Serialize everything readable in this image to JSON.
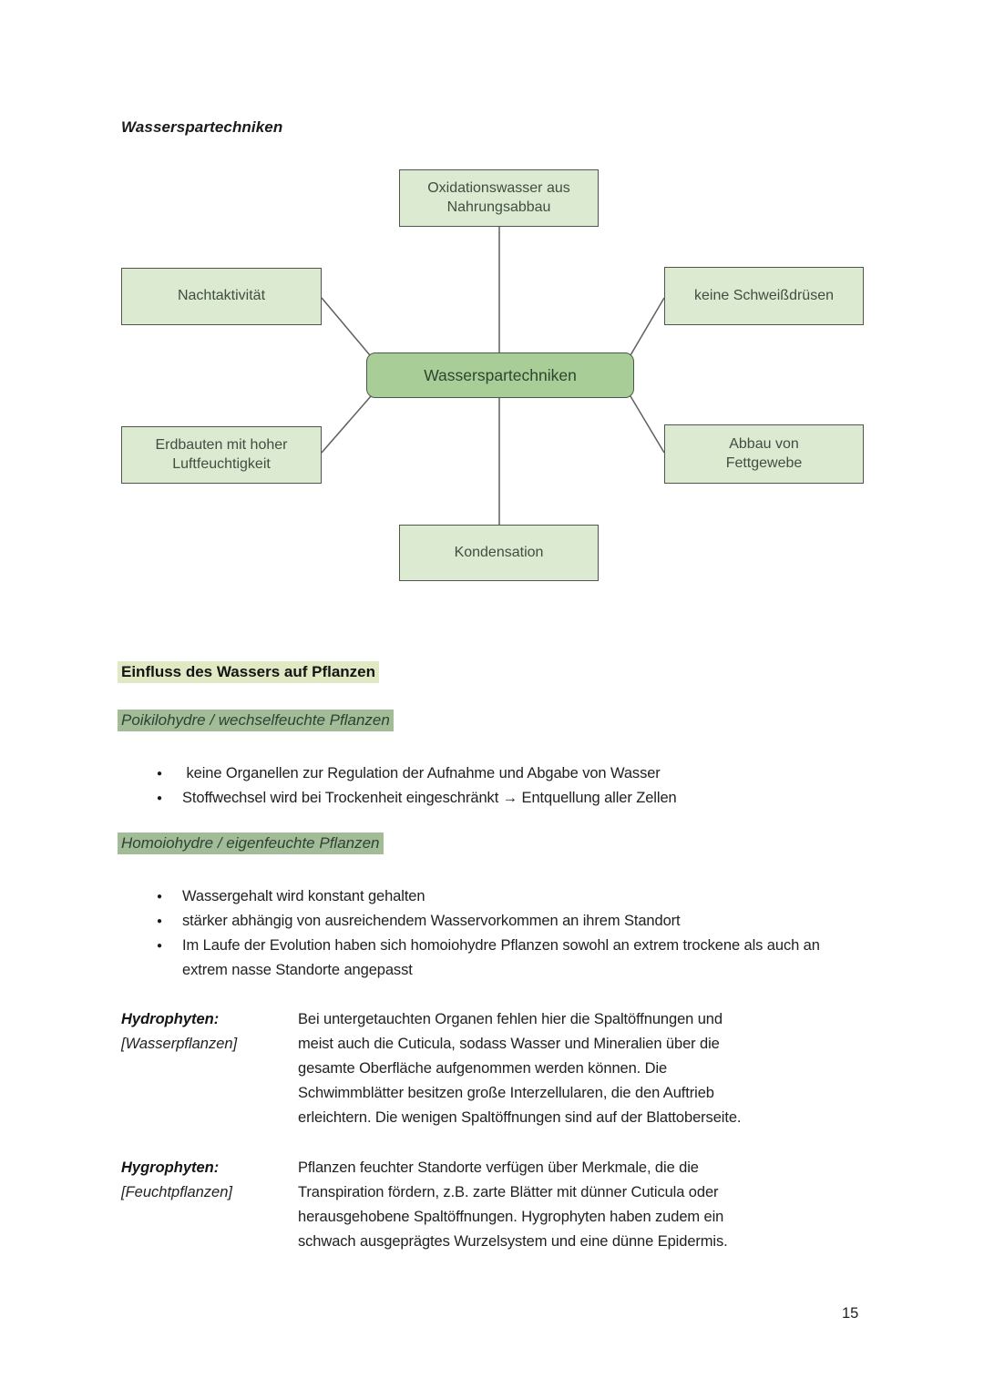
{
  "document": {
    "title": "Wasserspartechniken",
    "page_number": "15"
  },
  "diagram": {
    "center_label": "Wasserspartechniken",
    "top": "Oxidationswasser aus Nahrungsabbau",
    "left_top": "Nachtaktivität",
    "right_top": "keine Schweißdrüsen",
    "left_bottom": "Erdbauten mit hoher Luftfeuchtigkeit",
    "right_bottom": "Abbau von Fettgewebe",
    "bottom": "Kondensation",
    "colors": {
      "node_fill": "#dcead2",
      "node_border": "#4f564c",
      "center_fill": "#a9cd97",
      "center_border": "#49584a",
      "connector": "#5f5f5f"
    }
  },
  "sections": {
    "influence_heading": "Einfluss des Wassers auf Pflanzen",
    "highlight_colors": {
      "heading_highlight": "#e0e9c3",
      "subheading_highlight": "#a3bc98"
    },
    "poikilohydre": {
      "heading": "Poikilohydre / wechselfeuchte Pflanzen",
      "bullets": [
        " keine Organellen zur Regulation der Aufnahme und Abgabe von Wasser",
        "Stoffwechsel wird bei Trockenheit eingeschränkt → Entquellung aller Zellen"
      ]
    },
    "homoiohydre": {
      "heading": "Homoiohydre / eigenfeuchte Pflanzen",
      "bullets": [
        "Wassergehalt wird konstant gehalten",
        "stärker abhängig von ausreichendem Wasservorkommen an ihrem Standort",
        "Im Laufe der Evolution haben sich homoiohydre Pflanzen sowohl an extrem trockene als auch an extrem nasse Standorte angepasst"
      ]
    },
    "hydrophyten": {
      "term": "Hydrophyten:",
      "term_sub": "[Wasserpflanzen]",
      "lines": [
        "Bei untergetauchten Organen fehlen hier die Spaltöffnungen und",
        "meist auch die Cuticula, sodass Wasser und Mineralien über die",
        "gesamte Oberfläche aufgenommen werden können. Die",
        "Schwimmblätter besitzen große Interzellularen, die den Auftrieb",
        "erleichtern. Die wenigen Spaltöffnungen sind auf der Blattoberseite."
      ]
    },
    "hygrophyten": {
      "term": "Hygrophyten:",
      "term_sub": "[Feuchtpflanzen]",
      "lines": [
        "Pflanzen feuchter Standorte verfügen über Merkmale, die die",
        "Transpiration fördern, z.B. zarte Blätter mit dünner Cuticula oder",
        "herausgehobene Spaltöffnungen. Hygrophyten haben zudem ein",
        "schwach ausgeprägtes Wurzelsystem und eine dünne Epidermis."
      ]
    }
  }
}
